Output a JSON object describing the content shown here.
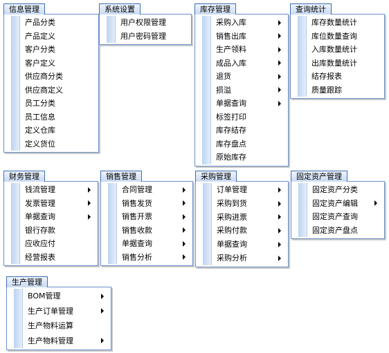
{
  "menus": [
    {
      "id": "info",
      "title": "信息管理",
      "items": [
        {
          "label": "产品分类",
          "submenu": false
        },
        {
          "label": "产品定义",
          "submenu": false
        },
        {
          "label": "客户分类",
          "submenu": false
        },
        {
          "label": "客户定义",
          "submenu": false
        },
        {
          "label": "供应商分类",
          "submenu": false
        },
        {
          "label": "供应商定义",
          "submenu": false
        },
        {
          "label": "员工分类",
          "submenu": false
        },
        {
          "label": "员工信息",
          "submenu": false
        },
        {
          "label": "定义仓库",
          "submenu": false
        },
        {
          "label": "定义货位",
          "submenu": false
        }
      ]
    },
    {
      "id": "system",
      "title": "系统设置",
      "items": [
        {
          "label": "用户权限管理",
          "submenu": false
        },
        {
          "label": "用户密码管理",
          "submenu": false
        }
      ]
    },
    {
      "id": "inventory",
      "title": "库存管理",
      "items": [
        {
          "label": "采购入库",
          "submenu": true
        },
        {
          "label": "销售出库",
          "submenu": true
        },
        {
          "label": "生产领料",
          "submenu": true
        },
        {
          "label": "成品入库",
          "submenu": true
        },
        {
          "label": "退货",
          "submenu": true
        },
        {
          "label": "损溢",
          "submenu": true
        },
        {
          "label": "单据查询",
          "submenu": true
        },
        {
          "label": "标签打印",
          "submenu": false
        },
        {
          "label": "库存结存",
          "submenu": false
        },
        {
          "label": "库存盘点",
          "submenu": false
        },
        {
          "label": "原始库存",
          "submenu": false
        }
      ]
    },
    {
      "id": "query",
      "title": "查询统计",
      "items": [
        {
          "label": "库存数量统计",
          "submenu": false
        },
        {
          "label": "库位数量查询",
          "submenu": false
        },
        {
          "label": "入库数量统计",
          "submenu": false
        },
        {
          "label": "出库数量统计",
          "submenu": false
        },
        {
          "label": "结存报表",
          "submenu": false
        },
        {
          "label": "质量跟踪",
          "submenu": false
        }
      ]
    },
    {
      "id": "finance",
      "title": "财务管理",
      "items": [
        {
          "label": "钱流管理",
          "submenu": true
        },
        {
          "label": "发票管理",
          "submenu": true
        },
        {
          "label": "单据查询",
          "submenu": true
        },
        {
          "label": "银行存款",
          "submenu": false
        },
        {
          "label": "应收应付",
          "submenu": false
        },
        {
          "label": "经营报表",
          "submenu": false
        }
      ]
    },
    {
      "id": "sales",
      "title": "销售管理",
      "items": [
        {
          "label": "合同管理",
          "submenu": true
        },
        {
          "label": "销售发货",
          "submenu": true
        },
        {
          "label": "销售开票",
          "submenu": true
        },
        {
          "label": "销售收款",
          "submenu": true
        },
        {
          "label": "单据查询",
          "submenu": true
        },
        {
          "label": "销售分析",
          "submenu": true
        }
      ]
    },
    {
      "id": "purchase",
      "title": "采购管理",
      "items": [
        {
          "label": "订单管理",
          "submenu": true
        },
        {
          "label": "采购到货",
          "submenu": true
        },
        {
          "label": "采购进票",
          "submenu": true
        },
        {
          "label": "采购付款",
          "submenu": true
        },
        {
          "label": "单据查询",
          "submenu": true
        },
        {
          "label": "采购分析",
          "submenu": true
        }
      ]
    },
    {
      "id": "assets",
      "title": "固定资产管理",
      "items": [
        {
          "label": "固定资产分类",
          "submenu": false
        },
        {
          "label": "固定资产编辑",
          "submenu": true
        },
        {
          "label": "固定资产查询",
          "submenu": false
        },
        {
          "label": "固定资产盘点",
          "submenu": false
        }
      ]
    },
    {
      "id": "production",
      "title": "生产管理",
      "items": [
        {
          "label": "BOM管理",
          "submenu": true
        },
        {
          "label": "生产订单管理",
          "submenu": true
        },
        {
          "label": "生产物料运算",
          "submenu": false
        },
        {
          "label": "生产物料管理",
          "submenu": true
        }
      ]
    }
  ]
}
